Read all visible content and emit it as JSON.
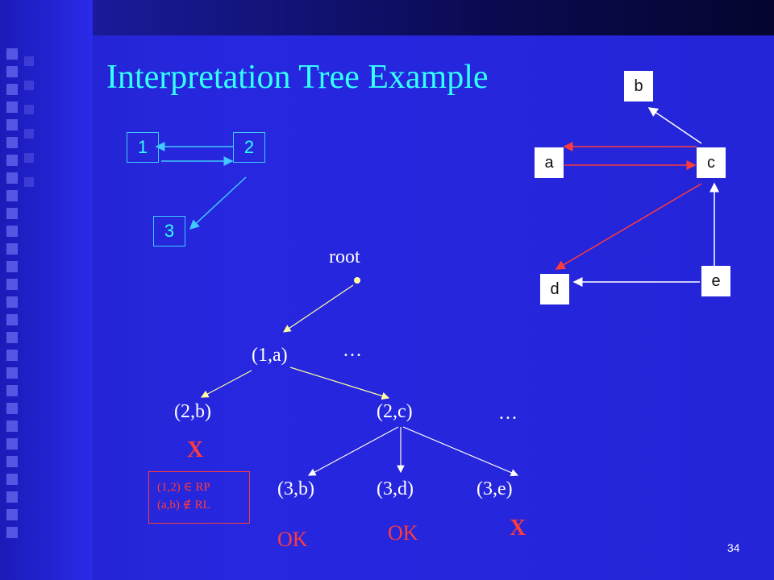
{
  "title": "Interpretation Tree Example",
  "model_graph": {
    "nodes": [
      "1",
      "2",
      "3"
    ]
  },
  "scene_graph": {
    "nodes": [
      "a",
      "b",
      "c",
      "d",
      "e"
    ]
  },
  "tree": {
    "root_label": "root",
    "level1": [
      "(1,a)",
      "…"
    ],
    "level2": [
      "(2,b)",
      "(2,c)",
      "…"
    ],
    "level3": [
      "(3,b)",
      "(3,d)",
      "(3,e)"
    ]
  },
  "marks": {
    "reject_1": "X",
    "reject_2": "X",
    "ok_1": "OK",
    "ok_2": "OK"
  },
  "note": {
    "line1": "(1,2) ∈ RP",
    "line2": "(a,b) ∉ RL"
  },
  "page_number": "34",
  "colors": {
    "title": "#33ffff",
    "model": "#40c8ff",
    "scene_red": "#ff3b3b",
    "text": "#ffffff",
    "background": "#2727e0"
  }
}
